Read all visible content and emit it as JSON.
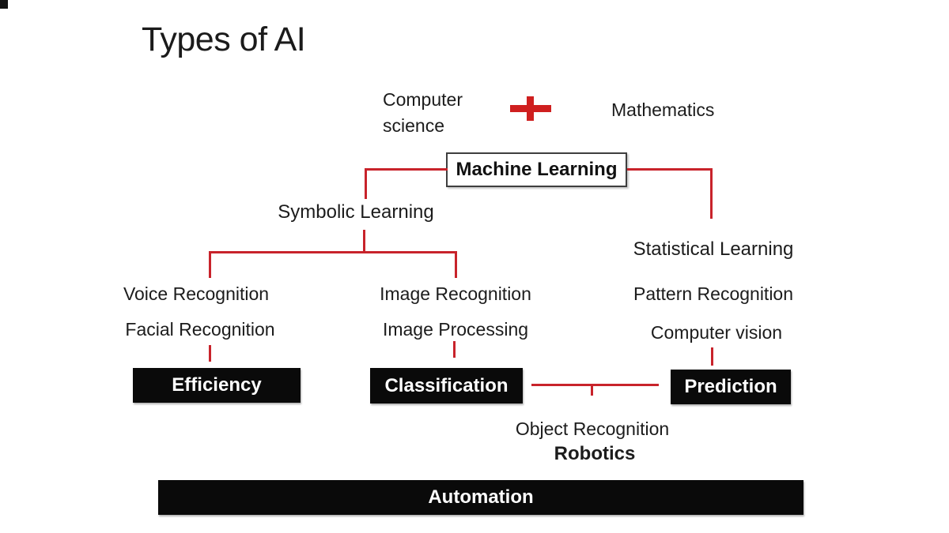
{
  "colors": {
    "accent_red": "#c8232b",
    "plus_red": "#cf1f1f",
    "box_black": "#0a0a0a",
    "box_text": "#ffffff",
    "ml_border": "#3e3e3e"
  },
  "slide": {
    "title": "Types of AI"
  },
  "formula": {
    "computer_science_line1": "Computer",
    "computer_science_line2": "science",
    "plus_icon": "plus",
    "mathematics": "Mathematics"
  },
  "tree": {
    "root": "Machine Learning",
    "left_parent": "Symbolic Learning",
    "right_parent": "Statistical Learning"
  },
  "columns": {
    "left": {
      "items": [
        "Voice Recognition",
        "Facial Recognition"
      ],
      "box": "Efficiency"
    },
    "middle": {
      "items": [
        "Image Recognition",
        "Image Processing"
      ],
      "box": "Classification"
    },
    "right": {
      "items": [
        "Pattern Recognition",
        "Computer vision"
      ],
      "box": "Prediction"
    }
  },
  "bottom": {
    "object_recognition": "Object Recognition",
    "robotics": "Robotics",
    "automation_bar": "Automation"
  }
}
